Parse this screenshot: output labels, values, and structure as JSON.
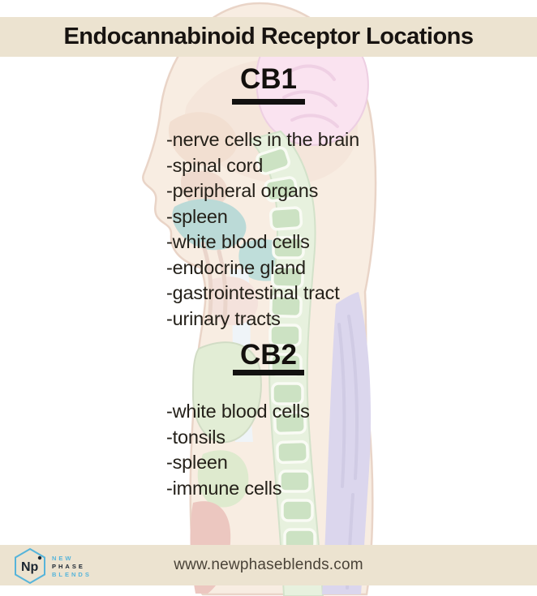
{
  "header": {
    "title": "Endocannabinoid Receptor Locations"
  },
  "sections": [
    {
      "heading": "CB1",
      "items": [
        "-nerve cells in the brain",
        "-spinal cord",
        "-peripheral organs",
        "-spleen",
        "-white blood cells",
        "-endocrine gland",
        "-gastrointestinal tract",
        "-urinary tracts"
      ]
    },
    {
      "heading": "CB2",
      "items": [
        "-white blood cells",
        "-tonsils",
        "-spleen",
        "-immune cells"
      ]
    }
  ],
  "footer": {
    "url": "www.newphaseblends.com",
    "logo": {
      "monogram": "Np",
      "lines": [
        "NEW",
        "PHASE",
        "BLENDS"
      ]
    }
  },
  "illustration_alt": "faded sagittal cross-section of human head and torso",
  "colors": {
    "banner": "#ece3d0",
    "heading_text": "#13100d",
    "body_text": "#242019",
    "footer_text": "#4a4338",
    "logo_blue": "#56b4da",
    "logo_dark": "#1b2530"
  }
}
